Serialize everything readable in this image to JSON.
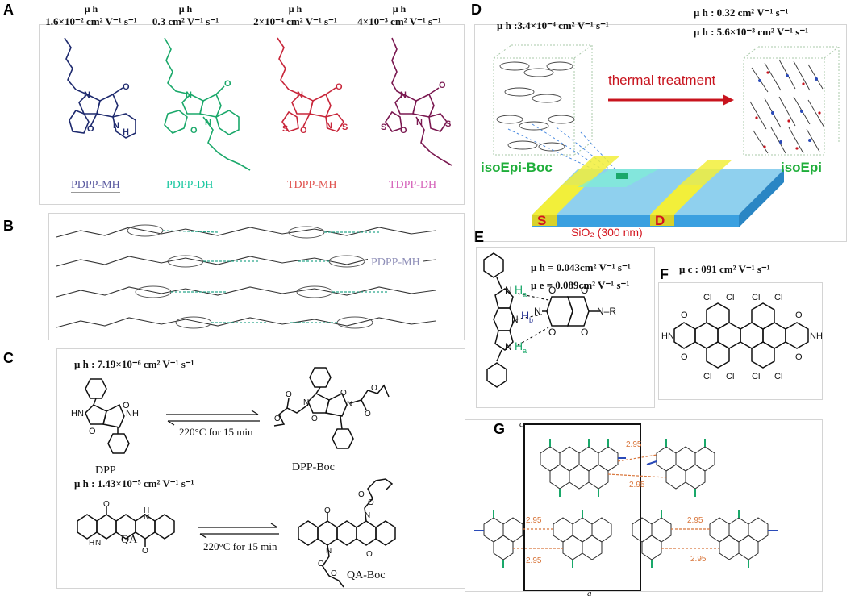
{
  "panels": {
    "A": {
      "label": "A",
      "mobilities": [
        "1.6×10⁻² cm² V⁻¹ s⁻¹",
        "0.3 cm² V⁻¹ s⁻¹",
        "2×10⁻⁴ cm² V⁻¹ s⁻¹",
        "4×10⁻³ cm² V⁻¹ s⁻¹"
      ],
      "mobility_symbol": "μ h",
      "names": [
        "PDPP-MH",
        "PDPP-DH",
        "TDPP-MH",
        "TDPP-DH"
      ],
      "name_colors": [
        "#5a5aa0",
        "#19c7a0",
        "#e0524e",
        "#d45fb8"
      ],
      "struct_colors": [
        "#1e2a6e",
        "#1aa86a",
        "#c8263a",
        "#7a1850"
      ]
    },
    "B": {
      "label": "B",
      "tag": "PDPP-MH"
    },
    "C": {
      "label": "C",
      "mob1": "μ h : 7.19×10⁻⁶ cm² V⁻¹ s⁻¹",
      "mob2": "μ h : 1.43×10⁻⁵ cm² V⁻¹ s⁻¹",
      "cond1": "220°C for 15 min",
      "cond2": "220°C for 15 min",
      "names": [
        "DPP",
        "DPP-Boc",
        "QA",
        "QA-Boc"
      ],
      "atoms": {
        "hn": "HN",
        "nh": "NH",
        "n": "N",
        "h": "H",
        "o": "O"
      }
    },
    "D": {
      "label": "D",
      "mob_left": "μ h :3.4×10⁻⁴ cm² V⁻¹ s⁻¹",
      "mob_right1": "μ h : 0.32 cm² V⁻¹ s⁻¹",
      "mob_right2": "μ h : 5.6×10⁻³ cm² V⁻¹ s⁻¹",
      "arrow_text": "thermal treatment",
      "left_name": "isoEpi-Boc",
      "right_name": "isoEpi",
      "source": "S",
      "drain": "D",
      "substrate": "SiO₂ (300 nm)"
    },
    "E": {
      "label": "E",
      "mob_h": "μ h = 0.043cm² V⁻¹ s⁻¹",
      "mob_e": "μ e = 0.089cm² V⁻¹ s⁻¹",
      "atoms": {
        "ha_top": "H",
        "ha_top_sub": "a",
        "hb": "H",
        "hb_sub": "b",
        "ha_bot": "H",
        "ha_bot_sub": "a",
        "n": "N",
        "r": "R",
        "nr": "N–R",
        "o": "O"
      }
    },
    "F": {
      "label": "F",
      "mob": "μ c : 091 cm² V⁻¹ s⁻¹",
      "atoms": {
        "cl": "Cl",
        "hn": "HN",
        "nh": "NH",
        "o": "O"
      }
    },
    "G": {
      "label": "G",
      "distance": "2.95",
      "axis_c": "c",
      "axis_a": "a"
    }
  },
  "colors": {
    "green_label": "#1fae3a",
    "arrow_red": "#c8141e",
    "electrode_yellow": "#f2ef3a",
    "substrate_blue": "#8fd0ee",
    "contact_red": "#d4141e",
    "distance_orange": "#d8753a"
  }
}
